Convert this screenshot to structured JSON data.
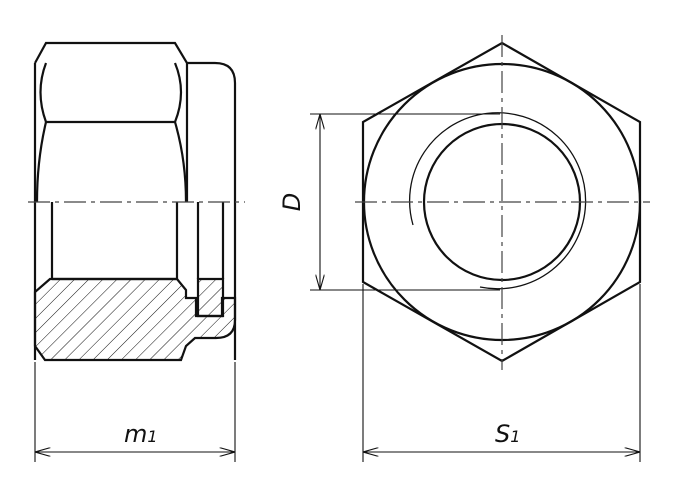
{
  "labels": {
    "diameter": "D",
    "width_across_flats": "S",
    "width_sub": "1",
    "height": "m",
    "height_sub": "1"
  },
  "colors": {
    "line": "#111111",
    "centerline": "#444444"
  }
}
